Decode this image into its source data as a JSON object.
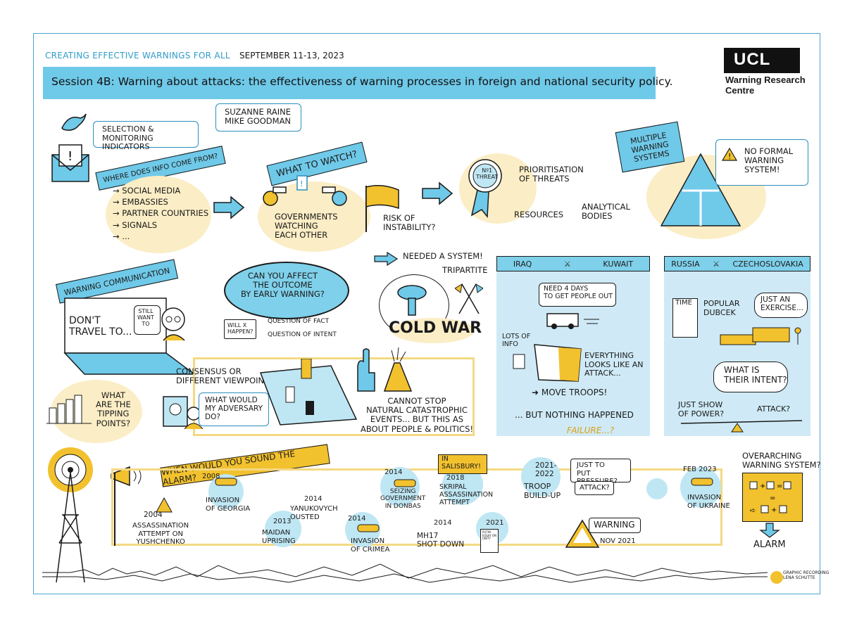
{
  "header": {
    "event": "CREATING EFFECTIVE WARNINGS FOR ALL",
    "date": "SEPTEMBER 11-13, 2023",
    "session": "Session 4B: Warning about attacks: the effectiveness of warning processes in foreign and national security policy.",
    "speakers": "SUZANNE RAINE\nMIKE GOODMAN"
  },
  "logo": {
    "brand": "UCL",
    "subtitle": "Warning Research\nCentre"
  },
  "top_row": {
    "selection": "SELECTION &\nMONITORING INDICATORS",
    "info_ribbon": "WHERE DOES INFO COME FROM?",
    "sources": [
      "→ SOCIAL MEDIA",
      "→ EMBASSIES",
      "→ PARTNER COUNTRIES",
      "→ SIGNALS",
      "→ ..."
    ],
    "watch_ribbon": "WHAT TO WATCH?",
    "governments": "GOVERNMENTS\nWATCHING\nEACH OTHER",
    "risk": "RISK OF\nINSTABILITY?",
    "medal": "Nº1\nTHREAT",
    "prioritisation": "PRIORITISATION\nOF THREATS",
    "resources": "RESOURCES",
    "analytical": "ANALYTICAL\nBODIES",
    "multiple": "MULTIPLE\nWARNING\nSYSTEMS",
    "no_formal": "NO FORMAL\nWARNING\nSYSTEM!"
  },
  "middle": {
    "communication_ribbon": "WARNING COMMUNICATION",
    "dont_travel": "DON'T\nTRAVEL TO...",
    "still_want": "STILL\nWANT\nTO",
    "affect": "CAN YOU AFFECT\nTHE OUTCOME\nBY EARLY WARNING?",
    "will_x": "WILL X\nHAPPEN?",
    "fact": "QUESTION OF FACT",
    "intent": "QUESTION OF INTENT",
    "needed": "NEEDED A SYSTEM!",
    "tripartite": "TRIPARTITE",
    "cold_war": "COLD WAR",
    "tipping": "WHAT\nARE THE\nTIPPING\nPOINTS?",
    "consensus": "CONSENSUS OR\nDIFFERENT VIEWPOINTS?",
    "adversary": "WHAT WOULD\nMY ADVERSARY\nDO?",
    "catastrophic": "CANNOT STOP\nNATURAL CATASTROPHIC\nEVENTS... BUT THIS AS\nABOUT PEOPLE & POLITICS!"
  },
  "iraq_panel": {
    "left": "IRAQ",
    "right": "KUWAIT",
    "need_days": "NEED 4 DAYS\nTO GET PEOPLE OUT",
    "lots_info": "LOTS OF\nINFO",
    "everything": "EVERYTHING\nLOOKS LIKE AN\nATTACK...",
    "move": "MOVE TROOPS!",
    "nothing": "... BUT NOTHING HAPPENED",
    "failure": "FAILURE...?"
  },
  "russia_panel": {
    "left": "RUSSIA",
    "right": "CZECHOSLOVAKIA",
    "time": "TIME",
    "popular": "POPULAR\nDUBCEK",
    "exercise": "JUST AN\nEXERCISE...",
    "intent": "WHAT IS\nTHEIR INTENT?",
    "show": "JUST SHOW\nOF POWER?",
    "attack": "ATTACK?"
  },
  "timeline": {
    "ribbon": "WHEN WOULD YOU SOUND THE ALARM?",
    "events": [
      {
        "year": "2004",
        "label": "ASSASSINATION\nATTEMPT ON\nYUSHCHENKO"
      },
      {
        "year": "2008",
        "label": "INVASION\nOF GEORGIA"
      },
      {
        "year": "2013",
        "label": "MAIDAN\nUPRISING"
      },
      {
        "year": "2014",
        "label": "YANUKOVYCH\nOUSTED"
      },
      {
        "year": "2014",
        "label": "INVASION\nOF CRIMEA"
      },
      {
        "year": "2014",
        "label": "SEIZING\nGOVERNMENT\nIN DONBAS"
      },
      {
        "year": "2014",
        "label": "MH17\nSHOT DOWN"
      },
      {
        "year": "2018",
        "label": "SKRIPAL\nASSASSINATION\nATTEMPT"
      },
      {
        "year": "2021",
        "label": "PUTIN\nESSAY ON\nUNITY"
      },
      {
        "year": "2021-\n2022",
        "label": "TROOP\nBUILD-UP"
      },
      {
        "year": "FEB 2023",
        "label": "INVASION\nOF UKRAINE"
      }
    ],
    "salisbury": "IN\nSALISBURY!",
    "pressure": "JUST TO\nPUT PRESSURE?",
    "attack": "ATTACK?",
    "warning": "WARNING",
    "nov": "NOV 2021",
    "overarching": "OVERARCHING\nWARNING SYSTEM?",
    "alarm": "ALARM"
  },
  "credit": "GRAPHIC RECORDING\nLENA SCHUTTE",
  "colors": {
    "blue": "#6fc9e8",
    "gold": "#f2c12e",
    "cream": "#fbedc5",
    "frame": "#4aa6cf"
  }
}
